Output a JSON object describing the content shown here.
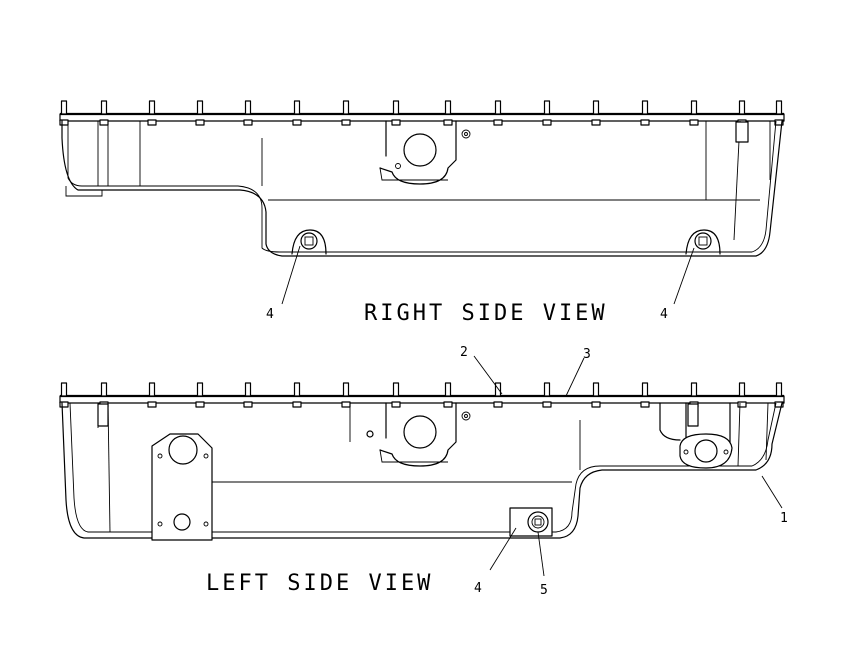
{
  "views": {
    "right": {
      "title": "RIGHT SIDE VIEW",
      "callouts": [
        "4",
        "4"
      ]
    },
    "left": {
      "title": "LEFT SIDE VIEW",
      "callouts": [
        "2",
        "3",
        "1",
        "4",
        "5"
      ]
    }
  },
  "colors": {
    "ink": "#000000",
    "paper": "#ffffff"
  }
}
